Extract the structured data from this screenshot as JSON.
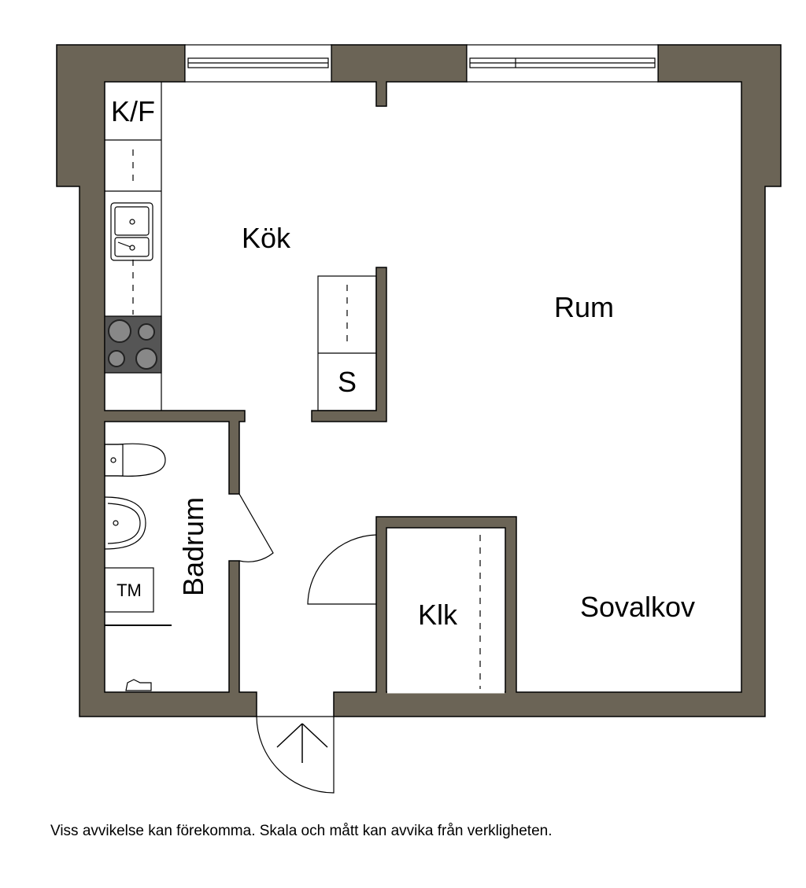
{
  "rooms": {
    "kok": "Kök",
    "rum": "Rum",
    "badrum": "Badrum",
    "klk": "Klk",
    "sovalkov": "Sovalkov"
  },
  "fixtures": {
    "kf": "K/F",
    "s": "S",
    "tm": "TM"
  },
  "footer": {
    "disclaimer": "Viss avvikelse kan förekomma. Skala och mått kan avvika från verkligheten."
  },
  "colors": {
    "wall": "#6b6456",
    "outline": "#000000",
    "stove": "#555555"
  }
}
